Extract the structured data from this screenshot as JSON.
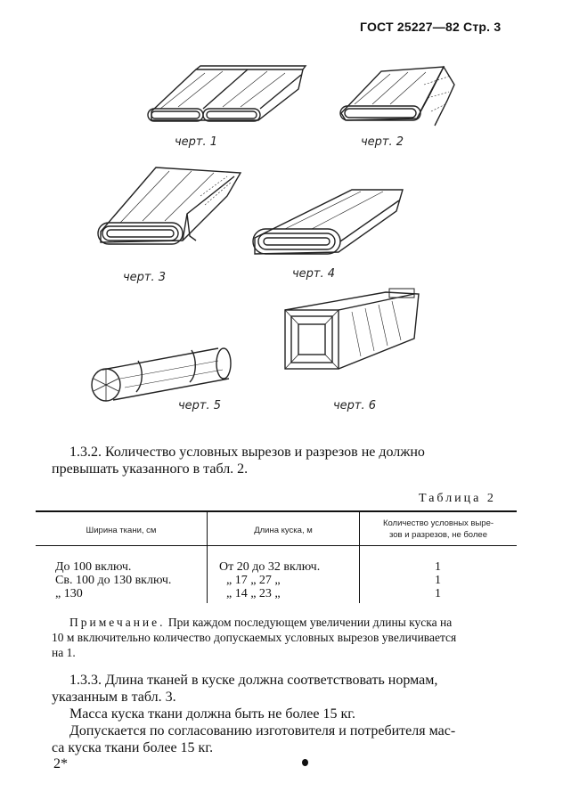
{
  "header": {
    "text": "ГОСТ 25227—82 Стр. 3"
  },
  "figures": [
    {
      "caption": "черт. 1"
    },
    {
      "caption": "черт. 2"
    },
    {
      "caption": "черт. 3"
    },
    {
      "caption": "черт. 4"
    },
    {
      "caption": "черт. 5"
    },
    {
      "caption": "черт. 6"
    }
  ],
  "section_132": {
    "line1": "1.3.2. Количество условных вырезов  и разрезов не должно",
    "line2": "превышать указанного в табл. 2."
  },
  "table2": {
    "title": "Таблица 2",
    "headers": {
      "width": "Ширина ткани, см",
      "length": "Длина куска, м",
      "count_l1": "Количество условных выре-",
      "count_l2": "зов и разрезов,  не более"
    },
    "rows": [
      {
        "width": "До 100 включ.",
        "length": "От 20 до 32 включ.",
        "count": "1"
      },
      {
        "width": "Св. 100 до 130 включ.",
        "length": "„ 17  „ 27    „",
        "count": "1"
      },
      {
        "width": "„  130",
        "length": "„ 14  „ 23    „",
        "count": "1"
      }
    ]
  },
  "note": {
    "label": "Примечание.",
    "line1": " При каждом последующем увеличении длины куска на",
    "line2": "10 м включительно количество допускаемых условных вырезов увеличивается",
    "line3": "на 1."
  },
  "section_133": {
    "line1": "1.3.3. Длина тканей в куске должна соответствовать нормам,",
    "line2": "указанным в табл. 3.",
    "line3": "Масса куска ткани должна быть не более 15 кг.",
    "line4": "Допускается по согласованию изготовителя и потребителя мас-",
    "line5": "са куска ткани более 15 кг."
  },
  "footer": {
    "page_mark": "2*"
  }
}
